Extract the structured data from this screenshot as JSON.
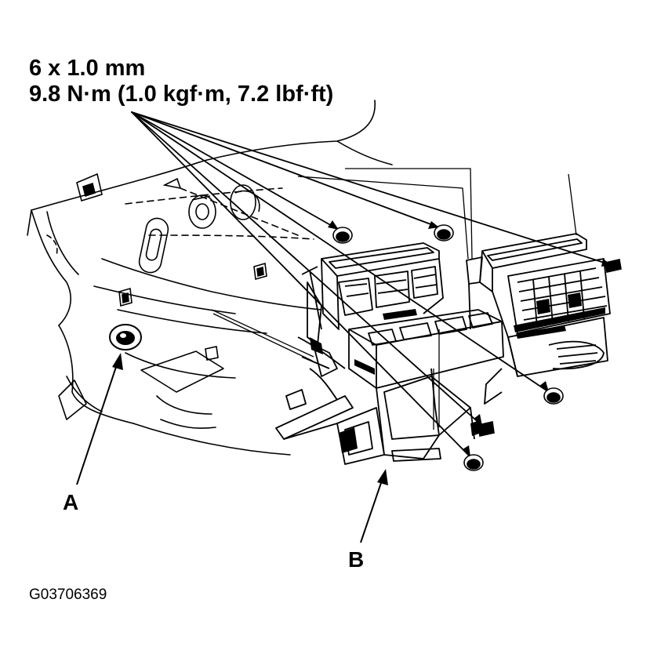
{
  "specs": {
    "bolt_size": "6 x 1.0 mm",
    "torque": "9.8 N·m (1.0 kgf·m, 7.2 lbf·ft)"
  },
  "callouts": {
    "a": "A",
    "b": "B"
  },
  "figure_id": "G03706369",
  "colors": {
    "ink": "#000000",
    "paper": "#ffffff"
  }
}
